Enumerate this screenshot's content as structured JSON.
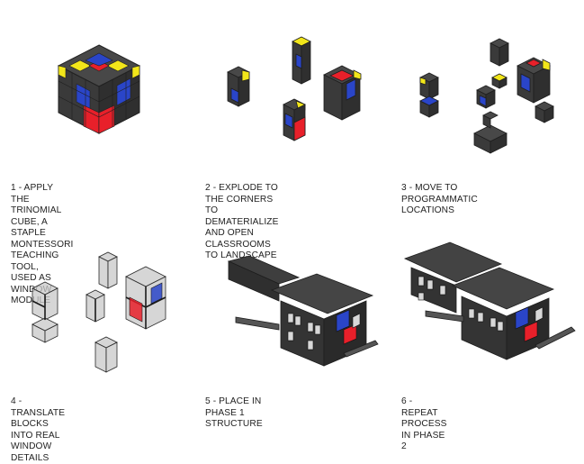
{
  "steps": [
    {
      "caption": "1 -  APPLY THE TRINOMIAL CUBE, A\nSTAPLE MONTESSORI TEACHING TOOL,\nUSED AS WINDOW MODULE"
    },
    {
      "caption": "2 - EXPLODE TO THE CORNERS\nTO DEMATERIALIZE AND OPEN\nCLASSROOMS TO LANDSCAPE"
    },
    {
      "caption": "3 - MOVE TO PROGRAMMATIC\nLOCATIONS"
    },
    {
      "caption": "4 - TRANSLATE BLOCKS INTO REAL\nWINDOW DETAILS"
    },
    {
      "caption": "5 - PLACE IN PHASE 1 STRUCTURE"
    },
    {
      "caption": "6 - REPEAT PROCESS IN PHASE 2"
    }
  ],
  "colors": {
    "block": "#3a3a3a",
    "block_top": "#4a4a4a",
    "block_side": "#2c2c2c",
    "red": "#e8202a",
    "blue": "#2a45c8",
    "yellow": "#f2e61a",
    "glass": "#c8c8c8"
  }
}
